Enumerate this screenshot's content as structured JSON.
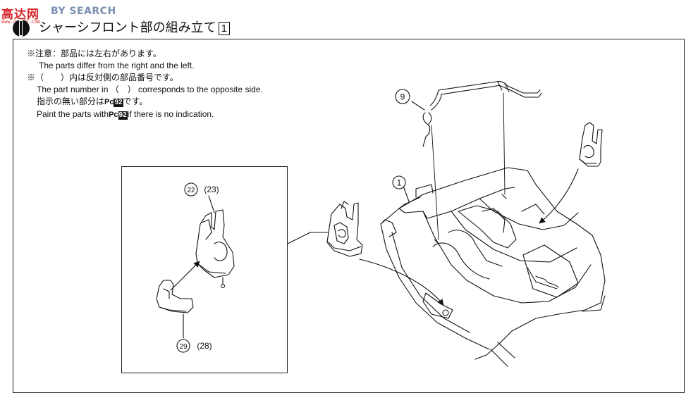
{
  "watermark": {
    "cn": "高达网",
    "en": "BY SEARCH",
    "url": "www.gaoda.com"
  },
  "header": {
    "title": "シャーシフロント部の組み立て",
    "step_number": "1"
  },
  "notes": {
    "note1_jp": "※注意：部品には左右があります。",
    "note1_en": "The parts differ from the right and the left.",
    "note2_jp": "※（　　）内は反対側の部品番号です。",
    "note2_en": "The part number in （　） corresponds to the opposite side.",
    "note3_jp_pre": "指示の無い部分は",
    "note3_jp_post": "です。",
    "note3_en_pre": "Paint the parts with",
    "note3_en_post": "if there is no indication.",
    "paint_code": "Pc",
    "paint_number": "92"
  },
  "parts": {
    "p9": "9",
    "p1": "1",
    "p22": "22",
    "p23": "(23)",
    "p29": "29",
    "p28": "(28)"
  },
  "icons": {
    "step": "step-badge-icon",
    "arrow": "arrow-icon"
  }
}
